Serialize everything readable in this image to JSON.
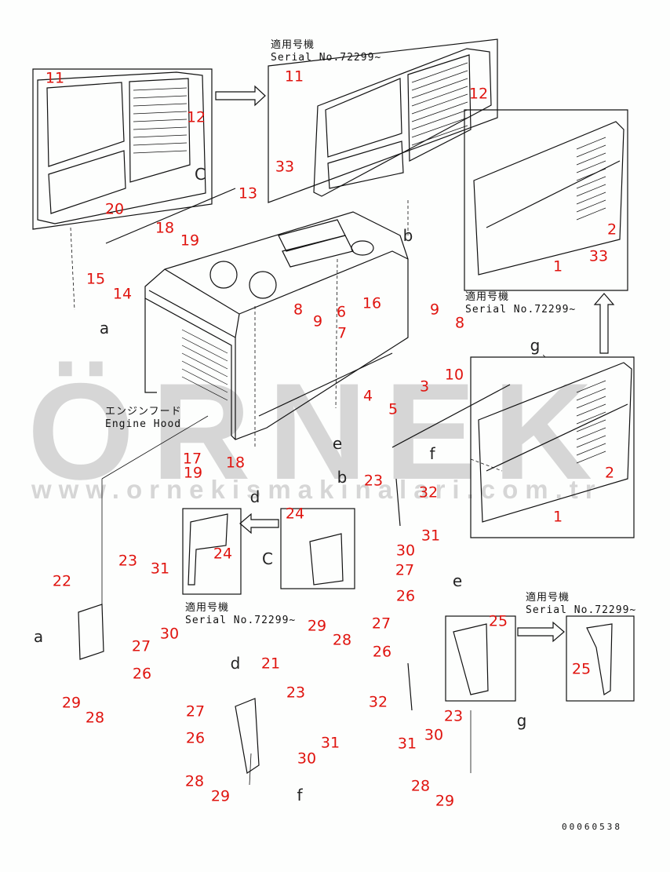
{
  "watermark": {
    "logo": "ÖRNEK",
    "url": "www.ornekismakinalari.com.tr"
  },
  "notes": {
    "serial_jp": "適用号機",
    "serial_en": "Serial No.72299~",
    "engine_hood_jp": "エンジンフード",
    "engine_hood_en": "Engine Hood"
  },
  "callouts": [
    "11",
    "12",
    "20",
    "13",
    "C",
    "18",
    "19",
    "15",
    "14",
    "a",
    "11",
    "12",
    "33",
    "b",
    "16",
    "8",
    "9",
    "6",
    "7",
    "9",
    "8",
    "2",
    "33",
    "1",
    "g",
    "10",
    "3",
    "4",
    "5",
    "f",
    "e",
    "d",
    "2",
    "1",
    "17",
    "19",
    "18",
    "b",
    "23",
    "32",
    "24",
    "24",
    "31",
    "30",
    "C",
    "27",
    "26",
    "27",
    "29",
    "28",
    "e",
    "25",
    "25",
    "22",
    "23",
    "31",
    "a",
    "30",
    "27",
    "26",
    "29",
    "28",
    "d",
    "21",
    "23",
    "27",
    "26",
    "31",
    "30",
    "28",
    "29",
    "f",
    "26",
    "32",
    "23",
    "g",
    "30",
    "31",
    "28",
    "29"
  ],
  "drawing_code": "00060538"
}
